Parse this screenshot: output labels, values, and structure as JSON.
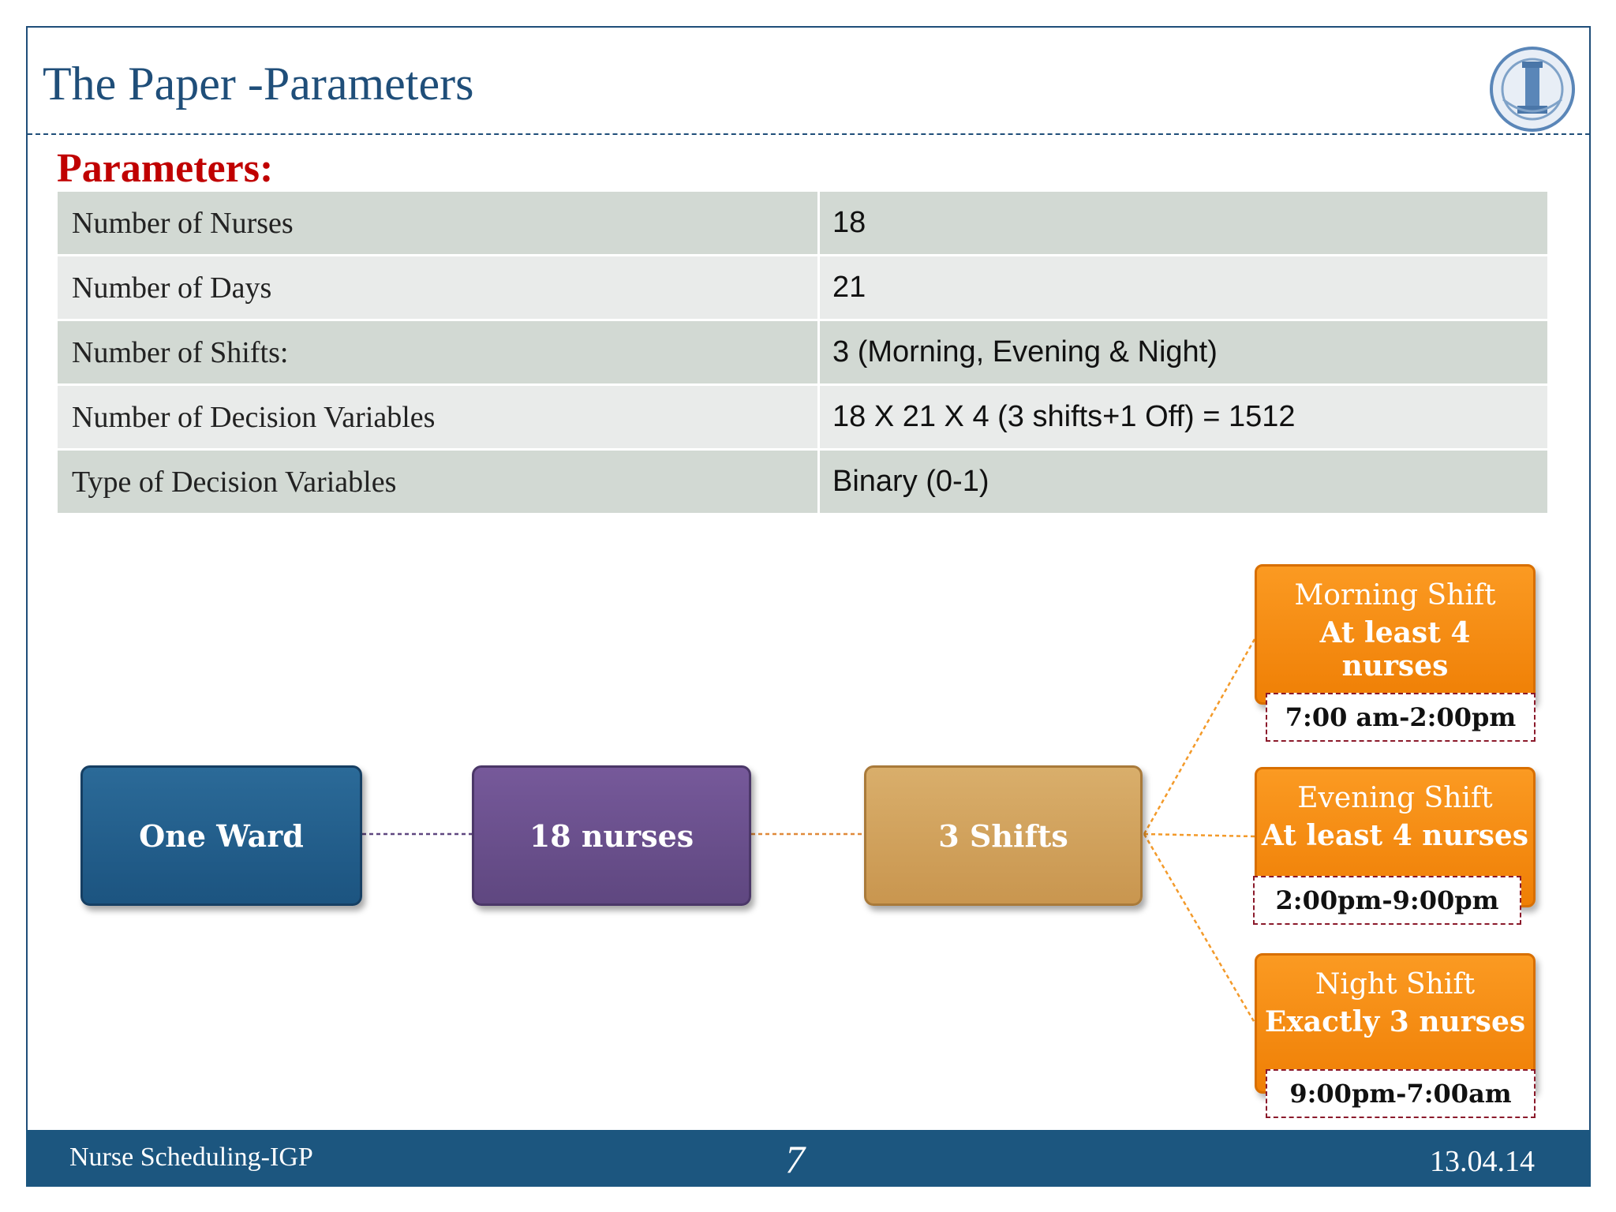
{
  "slide": {
    "title": "The Paper -Parameters",
    "section_heading": "Parameters:"
  },
  "parameters": [
    {
      "label": "Number of Nurses",
      "value": "18"
    },
    {
      "label": "Number of Days",
      "value": "21"
    },
    {
      "label": "Number of Shifts:",
      "value": "3 (Morning, Evening & Night)"
    },
    {
      "label": "Number of Decision Variables",
      "value": "18 X 21 X 4 (3 shifts+1 Off) = 1512"
    },
    {
      "label": "Type of Decision Variables",
      "value": "Binary (0-1)"
    }
  ],
  "diagram": {
    "ward": "One Ward",
    "nurses": "18 nurses",
    "shifts": "3 Shifts",
    "shift_boxes": [
      {
        "name": "Morning Shift",
        "requirement": "At least  4 nurses",
        "time": "7:00 am-2:00pm"
      },
      {
        "name": "Evening Shift",
        "requirement": "At least 4 nurses",
        "time": "2:00pm-9:00pm"
      },
      {
        "name": "Night Shift",
        "requirement": "Exactly 3 nurses",
        "time": "9:00pm-7:00am"
      }
    ]
  },
  "footer": {
    "left": "Nurse Scheduling-IGP",
    "page": "7",
    "date": "13.04.14"
  },
  "colors": {
    "title": "#1f4e79",
    "heading": "#c00000",
    "footer_bg": "#1c567f",
    "ward": "#1c5480",
    "nurses": "#5f4780",
    "shifts": "#c9964f",
    "shift_box": "#ef7f05"
  },
  "icons": {
    "logo": "institute-logo-icon"
  }
}
